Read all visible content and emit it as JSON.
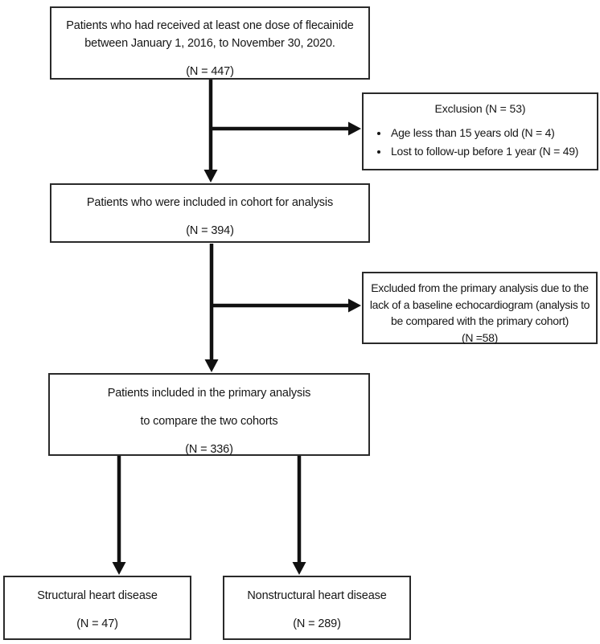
{
  "figure": {
    "background": "#ffffff",
    "line_color": "#111111",
    "boxes": {
      "source": {
        "lines": [
          "Patients who had received at least one dose of flecainide",
          "between January 1, 2016, to November 30, 2020."
        ],
        "n": "(N = 447)"
      },
      "exclusion1": {
        "title": "Exclusion (N = 53)",
        "bullets": [
          "Age less than 15 years old (N = 4)",
          "Lost to follow-up before 1 year (N = 49)"
        ]
      },
      "cohort": {
        "text": "Patients who were included in cohort for analysis",
        "n": "(N = 394)"
      },
      "exclusion2": {
        "lines": [
          "Excluded from the primary analysis due to the",
          "lack of a baseline echocardiogram (analysis to",
          "be compared with the primary cohort)"
        ],
        "n": "(N =58)"
      },
      "primary": {
        "lines": [
          "Patients included in the primary analysis",
          "to compare the two cohorts"
        ],
        "n": "(N = 336)"
      },
      "structural": {
        "text": "Structural heart disease",
        "n": "(N = 47)"
      },
      "nonstructural": {
        "text": "Nonstructural heart disease",
        "n": "(N = 289)"
      }
    }
  }
}
